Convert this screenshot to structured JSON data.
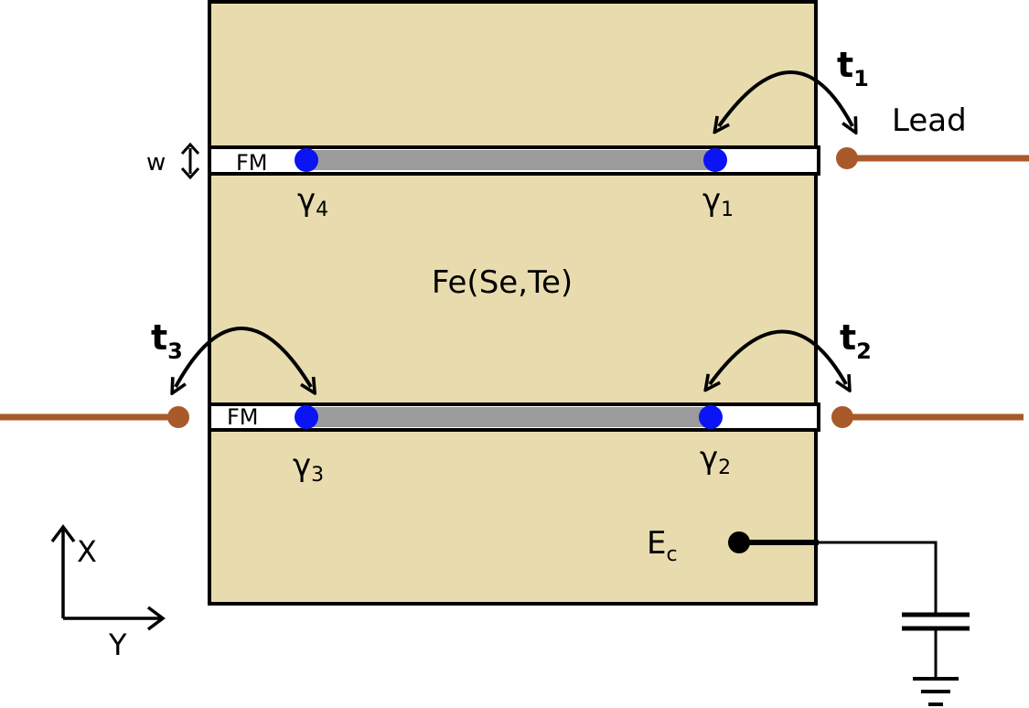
{
  "labels": {
    "material": "Fe(Se,Te)",
    "fm_top": "FM",
    "fm_bottom": "FM",
    "width": "w",
    "lead": "Lead",
    "ec_main": "E",
    "ec_sub": "c",
    "axis_x": "X",
    "axis_y": "Y"
  },
  "hoppings": [
    {
      "main": "t",
      "sub": "1"
    },
    {
      "main": "t",
      "sub": "2"
    },
    {
      "main": "t",
      "sub": "3"
    }
  ],
  "majoranas": [
    {
      "main": "γ",
      "sub": "1"
    },
    {
      "main": "γ",
      "sub": "2"
    },
    {
      "main": "γ",
      "sub": "3"
    },
    {
      "main": "γ",
      "sub": "4"
    }
  ],
  "colors": {
    "substrate": "#e8dcae",
    "strip": "#ffffff",
    "channel": "#9b9b9b",
    "majorana": "#0a14f5",
    "lead": "#a85a2a",
    "line": "#000000"
  }
}
